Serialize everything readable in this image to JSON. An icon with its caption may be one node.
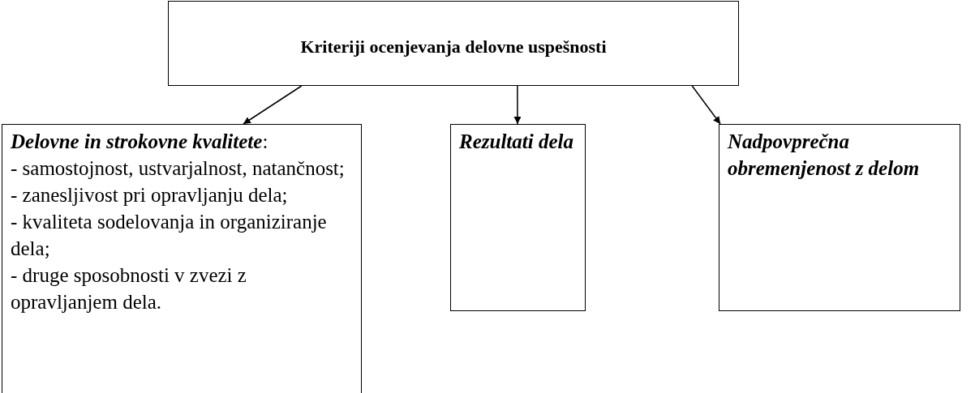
{
  "diagram": {
    "nodes": [
      {
        "text": [
          "Kriteriji ocenjevanja delovne uspešnosti"
        ]
      },
      {
        "text": [
          "**Delovne in strokovne kvalitete**:",
          "- samostojnost, ustvarjalnost, natančnost;",
          "- zanesljivost pri opravljanju dela;",
          "- kvaliteta sodelovanja in organiziranje dela;",
          "- druge sposobnosti v zvezi z opravljanjem dela."
        ]
      },
      {
        "text": [
          "Rezultati dela"
        ]
      },
      {
        "text": [
          "Nadpovprečna obremenjenost z delom"
        ]
      }
    ],
    "edges": [
      {
        "from": 0,
        "to": 1,
        "arrow": "to"
      },
      {
        "from": 0,
        "to": 2,
        "arrow": "to"
      },
      {
        "from": 0,
        "to": 3,
        "arrow": "to"
      }
    ]
  }
}
